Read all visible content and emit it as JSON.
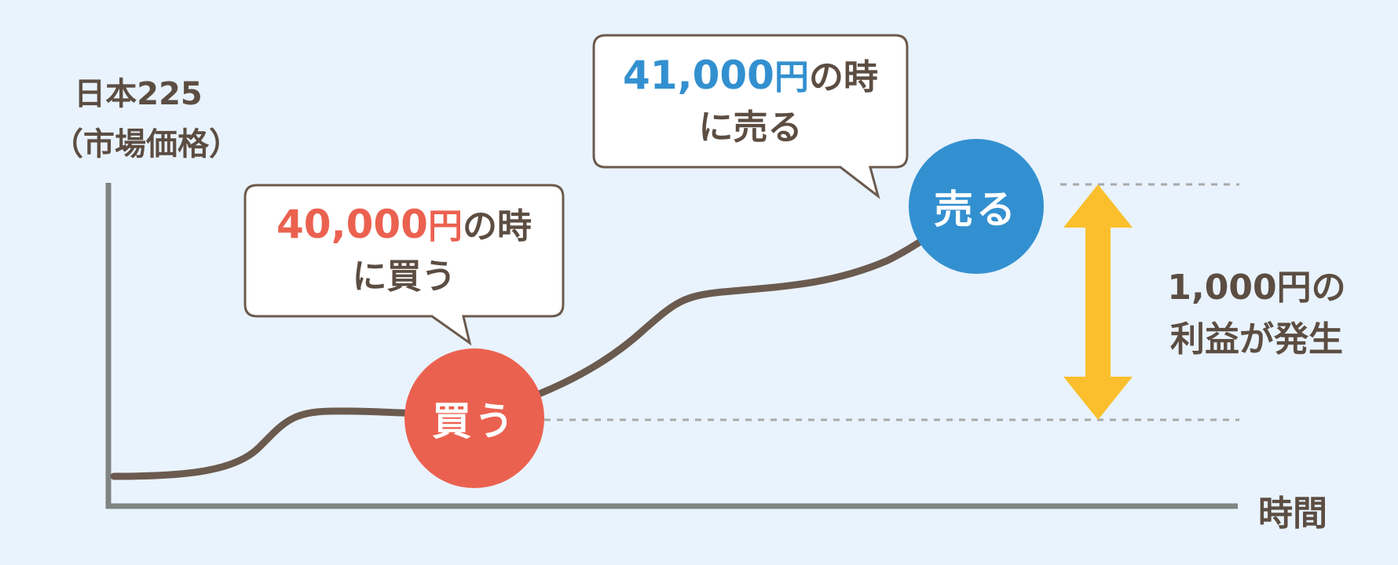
{
  "y_axis_label": {
    "line1": "日本225",
    "line2": "（市場価格）"
  },
  "x_axis_label": "時間",
  "buy_bubble": {
    "price": "40,000",
    "yen": "円",
    "suffix": "の時",
    "line2": "に買う"
  },
  "sell_bubble": {
    "price": "41,000",
    "yen": "円",
    "suffix": "の時",
    "line2": "に売る"
  },
  "buy_circle": "買う",
  "sell_circle": "売る",
  "profit": {
    "line1": "1,000円の",
    "line2": "利益が発生"
  },
  "colors": {
    "background": "#e9f3fd",
    "buy": "#eb6150",
    "sell": "#3390d0",
    "arrow": "#fbbf2d",
    "curve": "#6b5a4e",
    "axis": "#7f8582"
  }
}
